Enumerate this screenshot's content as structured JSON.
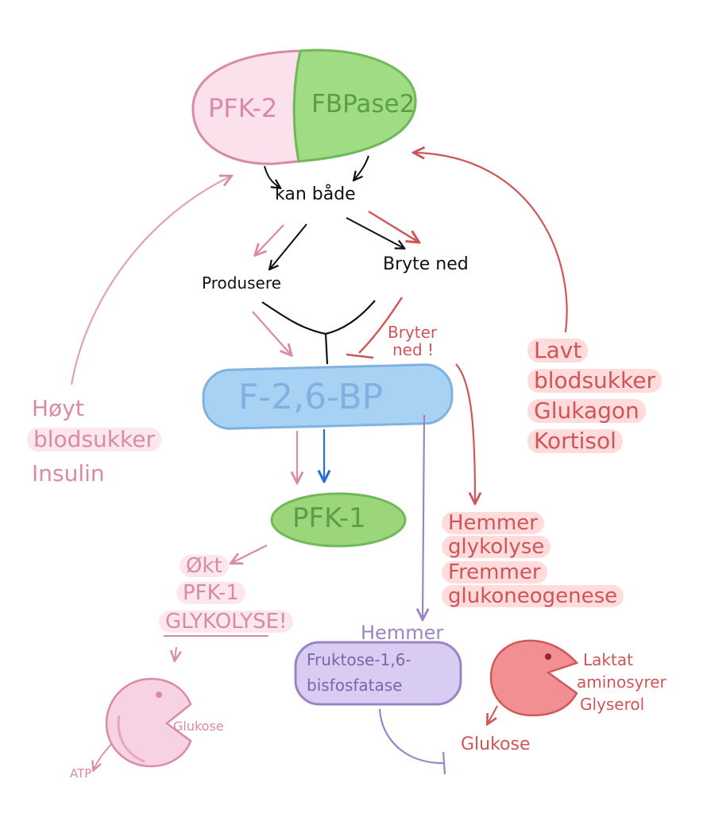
{
  "enzymes": {
    "pfk2": "PFK-2",
    "fbpase2": "FBPase2",
    "f26bp": "F-2,6-BP",
    "pfk1": "PFK-1",
    "fbpase1": [
      "Fruktose-1,6-",
      "bisfosfatase"
    ]
  },
  "labels": {
    "kan_bade": "kan både",
    "produsere": "Produsere",
    "bryte_ned": "Bryte ned",
    "bryter_ned": [
      "Bryter",
      "ned !"
    ],
    "hemmer": "Hemmer"
  },
  "high_glucose": [
    "Høyt",
    "blodsukker",
    "Insulin"
  ],
  "low_glucose": [
    "Lavt",
    "blodsukker",
    "Glukagon",
    "Kortisol"
  ],
  "effects_low": [
    "Hemmer",
    "glykolyse",
    "Fremmer",
    "glukoneogenese"
  ],
  "effects_high": [
    "Økt",
    "PFK-1",
    "GLYKOLYSE!"
  ],
  "pacman_left": {
    "input": "Glukose",
    "output": "ATP"
  },
  "pacman_right": {
    "inputs": [
      "Laktat",
      "aminosyrer",
      "Glyserol"
    ],
    "output": "Glukose"
  },
  "colors": {
    "pink": "#d98aa5",
    "red": "#cf5558",
    "green": "#8ccf6e",
    "blue": "#9cc9ea",
    "purple": "#9b84c6",
    "black": "#111111",
    "blue_arrow": "#2b6fd6"
  }
}
